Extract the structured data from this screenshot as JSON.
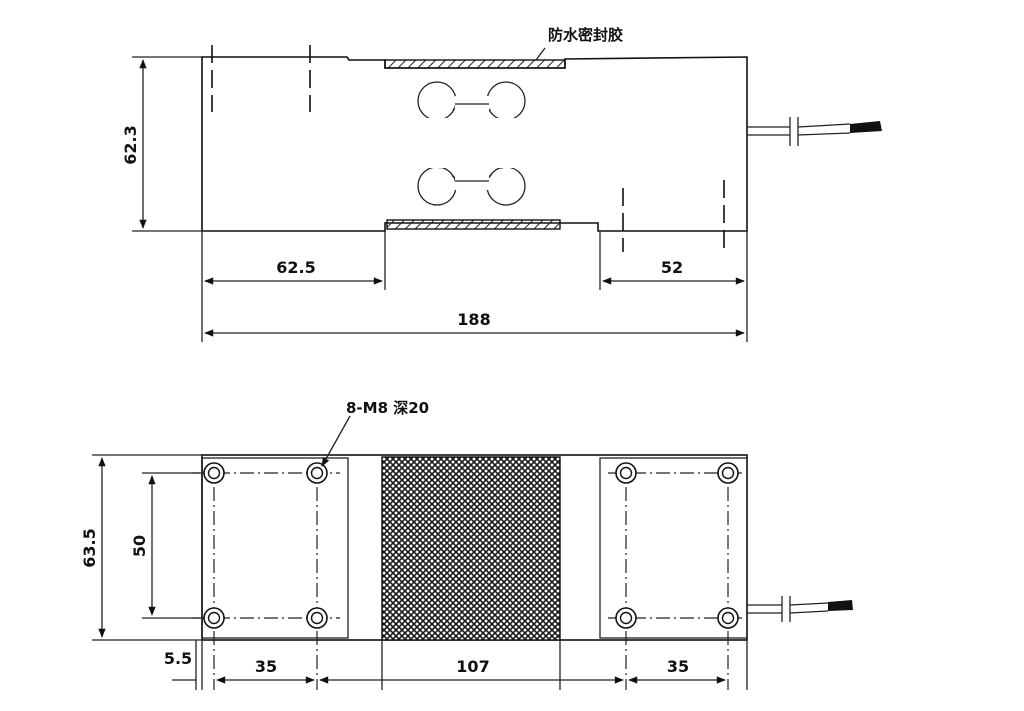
{
  "top_view": {
    "seal_label": "防水密封胶",
    "dim_height": "62.3",
    "dim_left_length": "62.5",
    "dim_right_length": "52",
    "dim_total_length": "188"
  },
  "bottom_view": {
    "hole_label": "8-M8 深20",
    "dim_height": "63.5",
    "dim_hole_spacing": "50",
    "dim_edge_offset": "5.5",
    "dim_left_spacing": "35",
    "dim_middle_length": "107",
    "dim_right_spacing": "35"
  },
  "colors": {
    "line": "#111111",
    "hatch": "#222222"
  }
}
